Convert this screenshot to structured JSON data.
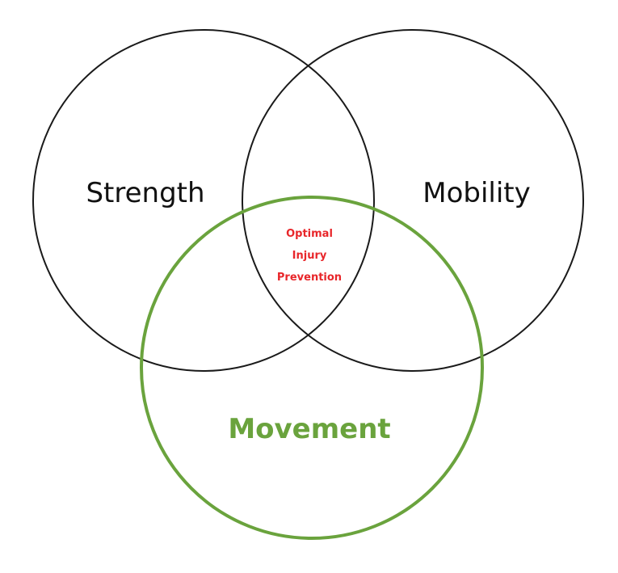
{
  "diagram": {
    "type": "venn",
    "circles": [
      {
        "id": "strength",
        "label": "Strength",
        "color": "#1a1a1a"
      },
      {
        "id": "mobility",
        "label": "Mobility",
        "color": "#1a1a1a"
      },
      {
        "id": "movement",
        "label": "Movement",
        "color": "#6aa33d"
      }
    ],
    "center": {
      "lines": [
        "Optimal",
        "Injury",
        "Prevention"
      ],
      "color": "#e8262a"
    }
  }
}
